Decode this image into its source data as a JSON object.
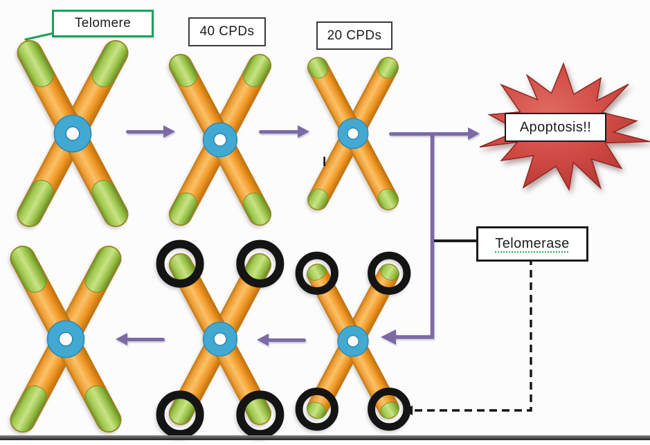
{
  "labels": {
    "telomere": "Telomere",
    "cpd_40": "40 CPDs",
    "cpd_20": "20 CPDs",
    "apoptosis": "Apoptosis!!",
    "telomerase": "Telomerase",
    "tick_mark": "I"
  },
  "diagram": {
    "chromosomes": [
      {
        "name": "chromosome-initial",
        "telomeres": "long",
        "telomerase_rings": false
      },
      {
        "name": "chromosome-after-40-cpds",
        "telomeres": "medium",
        "telomerase_rings": false
      },
      {
        "name": "chromosome-after-20-cpds",
        "telomeres": "short",
        "telomerase_rings": false
      },
      {
        "name": "chromosome-telomerase-bound",
        "telomeres": "very-short",
        "telomerase_rings": true
      },
      {
        "name": "chromosome-telomere-extending",
        "telomeres": "medium",
        "telomerase_rings": true
      },
      {
        "name": "chromosome-telomere-restored",
        "telomeres": "long",
        "telomerase_rings": false
      }
    ],
    "arrows": [
      {
        "name": "arrow-initial-to-40cpds",
        "style": "solid",
        "color": "purple",
        "direction": "right"
      },
      {
        "name": "arrow-40cpds-to-20cpds",
        "style": "solid",
        "color": "purple",
        "direction": "right"
      },
      {
        "name": "arrow-20cpds-to-apoptosis",
        "style": "solid",
        "color": "purple",
        "direction": "right"
      },
      {
        "name": "arrow-branch-to-telomerase-bound",
        "style": "solid",
        "color": "purple",
        "direction": "down-then-left"
      },
      {
        "name": "arrow-bound-to-extending",
        "style": "solid",
        "color": "purple",
        "direction": "left"
      },
      {
        "name": "arrow-extending-to-restored",
        "style": "solid",
        "color": "purple",
        "direction": "left"
      },
      {
        "name": "connector-telomerase-label",
        "style": "solid",
        "color": "black",
        "direction": "horizontal"
      },
      {
        "name": "arrow-telomerase-to-telomere",
        "style": "dashed",
        "color": "black",
        "direction": "down-then-left"
      },
      {
        "name": "connector-telomere-label",
        "style": "solid",
        "color": "green",
        "direction": "down-left"
      }
    ]
  },
  "colors": {
    "accent_purple": "#7C6AA6",
    "chromosome_orange": "#F09A2B",
    "telomere_green": "#A5CB50",
    "centromere_blue": "#41A9D2",
    "apoptosis_red": "#CB443F",
    "telomere_label_green": "#17A25B",
    "ring_black": "#141414",
    "connector_black": "#1C1C1C"
  }
}
